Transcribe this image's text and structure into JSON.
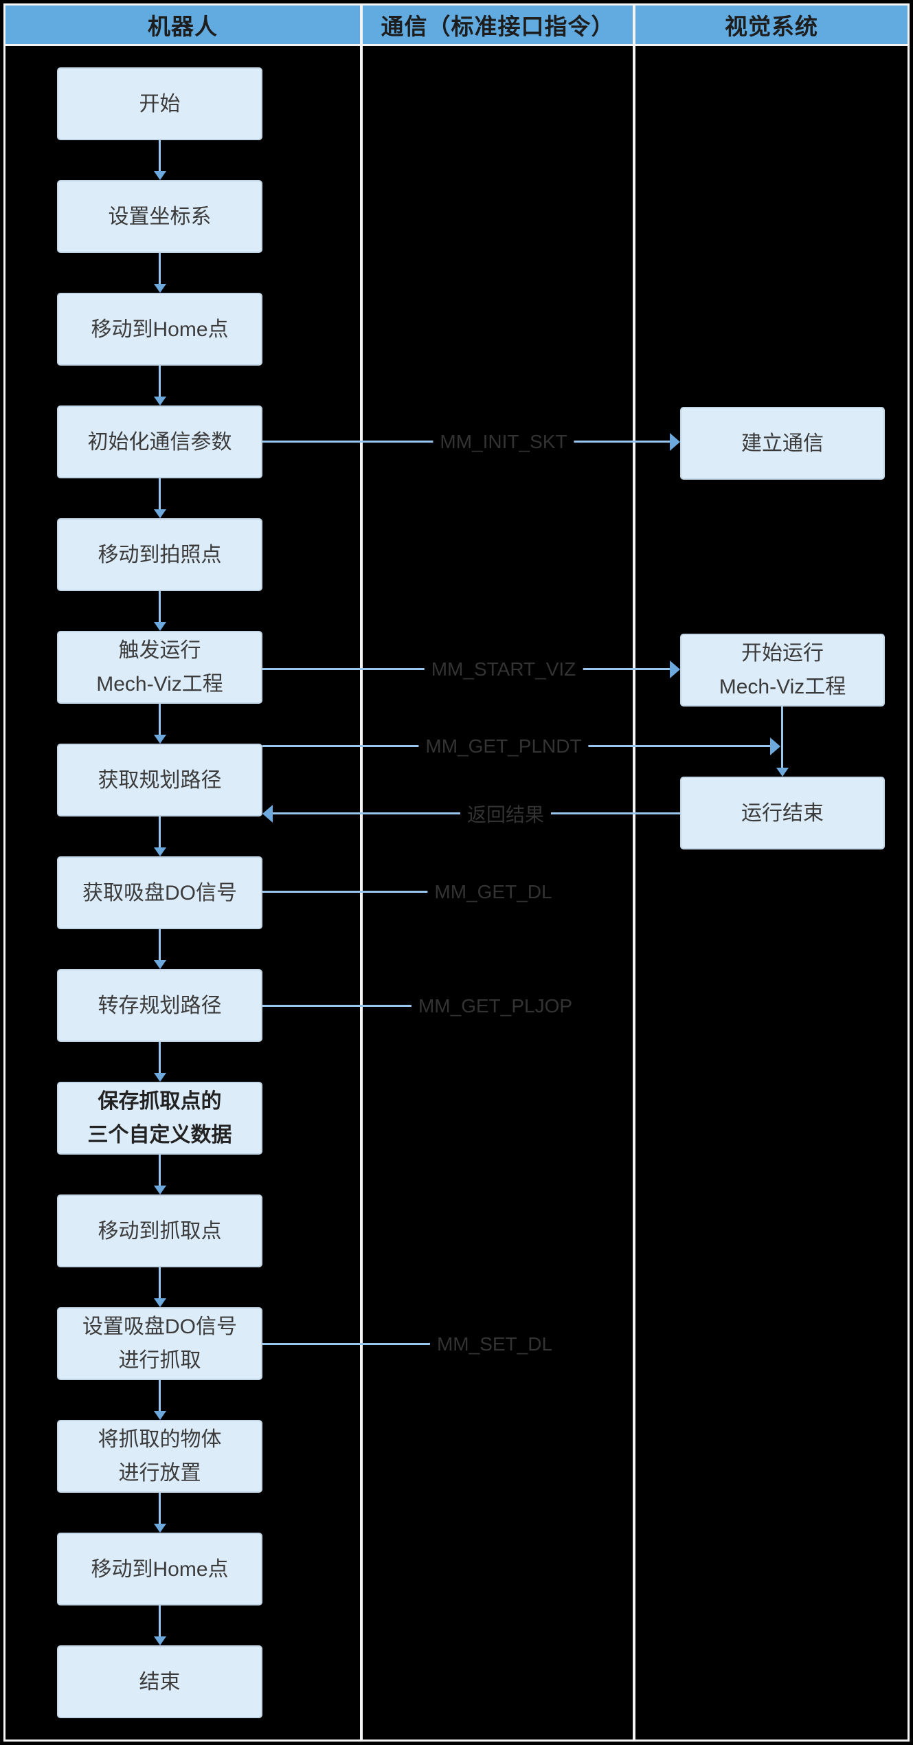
{
  "header": {
    "lanes": [
      {
        "label": "机器人"
      },
      {
        "label": "通信（标准接口指令）"
      },
      {
        "label": "视觉系统"
      }
    ]
  },
  "robot_steps": [
    {
      "line1": "开始",
      "line2": ""
    },
    {
      "line1": "设置坐标系",
      "line2": ""
    },
    {
      "line1": "移动到Home点",
      "line2": ""
    },
    {
      "line1": "初始化通信参数",
      "line2": ""
    },
    {
      "line1": "移动到拍照点",
      "line2": ""
    },
    {
      "line1": "触发运行",
      "line2": "Mech-Viz工程"
    },
    {
      "line1": "获取规划路径",
      "line2": ""
    },
    {
      "line1": "获取吸盘DO信号",
      "line2": ""
    },
    {
      "line1": "转存规划路径",
      "line2": ""
    },
    {
      "line1": "保存抓取点的",
      "line2": "三个自定义数据",
      "emphasis": "bold"
    },
    {
      "line1": "移动到抓取点",
      "line2": ""
    },
    {
      "line1": "设置吸盘DO信号",
      "line2": "进行抓取"
    },
    {
      "line1": "将抓取的物体",
      "line2": "进行放置"
    },
    {
      "line1": "移动到Home点",
      "line2": ""
    },
    {
      "line1": "结束",
      "line2": ""
    }
  ],
  "vision_steps": [
    {
      "line1": "建立通信",
      "line2": ""
    },
    {
      "line1": "开始运行",
      "line2": "Mech-Viz工程"
    },
    {
      "line1": "运行结束",
      "line2": ""
    }
  ],
  "messages": [
    {
      "label": "MM_INIT_SKT",
      "direction": "robot-to-vision"
    },
    {
      "label": "MM_START_VIZ",
      "direction": "robot-to-vision"
    },
    {
      "label": "MM_GET_PLNDT",
      "direction": "robot-to-vision"
    },
    {
      "label": "返回结果",
      "direction": "vision-to-robot"
    },
    {
      "label": "MM_GET_DL",
      "direction": "robot-to-communication"
    },
    {
      "label": "MM_GET_PLJOP",
      "direction": "robot-to-communication"
    },
    {
      "label": "MM_SET_DL",
      "direction": "robot-to-communication"
    }
  ],
  "colors": {
    "background": "#000000",
    "frame": "#f4f4f4",
    "header_bg": "#61abe0",
    "header_text": "#1d1d1d",
    "box_fill": "#dcecf9",
    "box_border": "#c2d6e6",
    "box_text": "#3b3b3b",
    "arrow_line": "#9ac5ed",
    "arrow_head": "#6ea9dd",
    "message_text": "#333333"
  }
}
